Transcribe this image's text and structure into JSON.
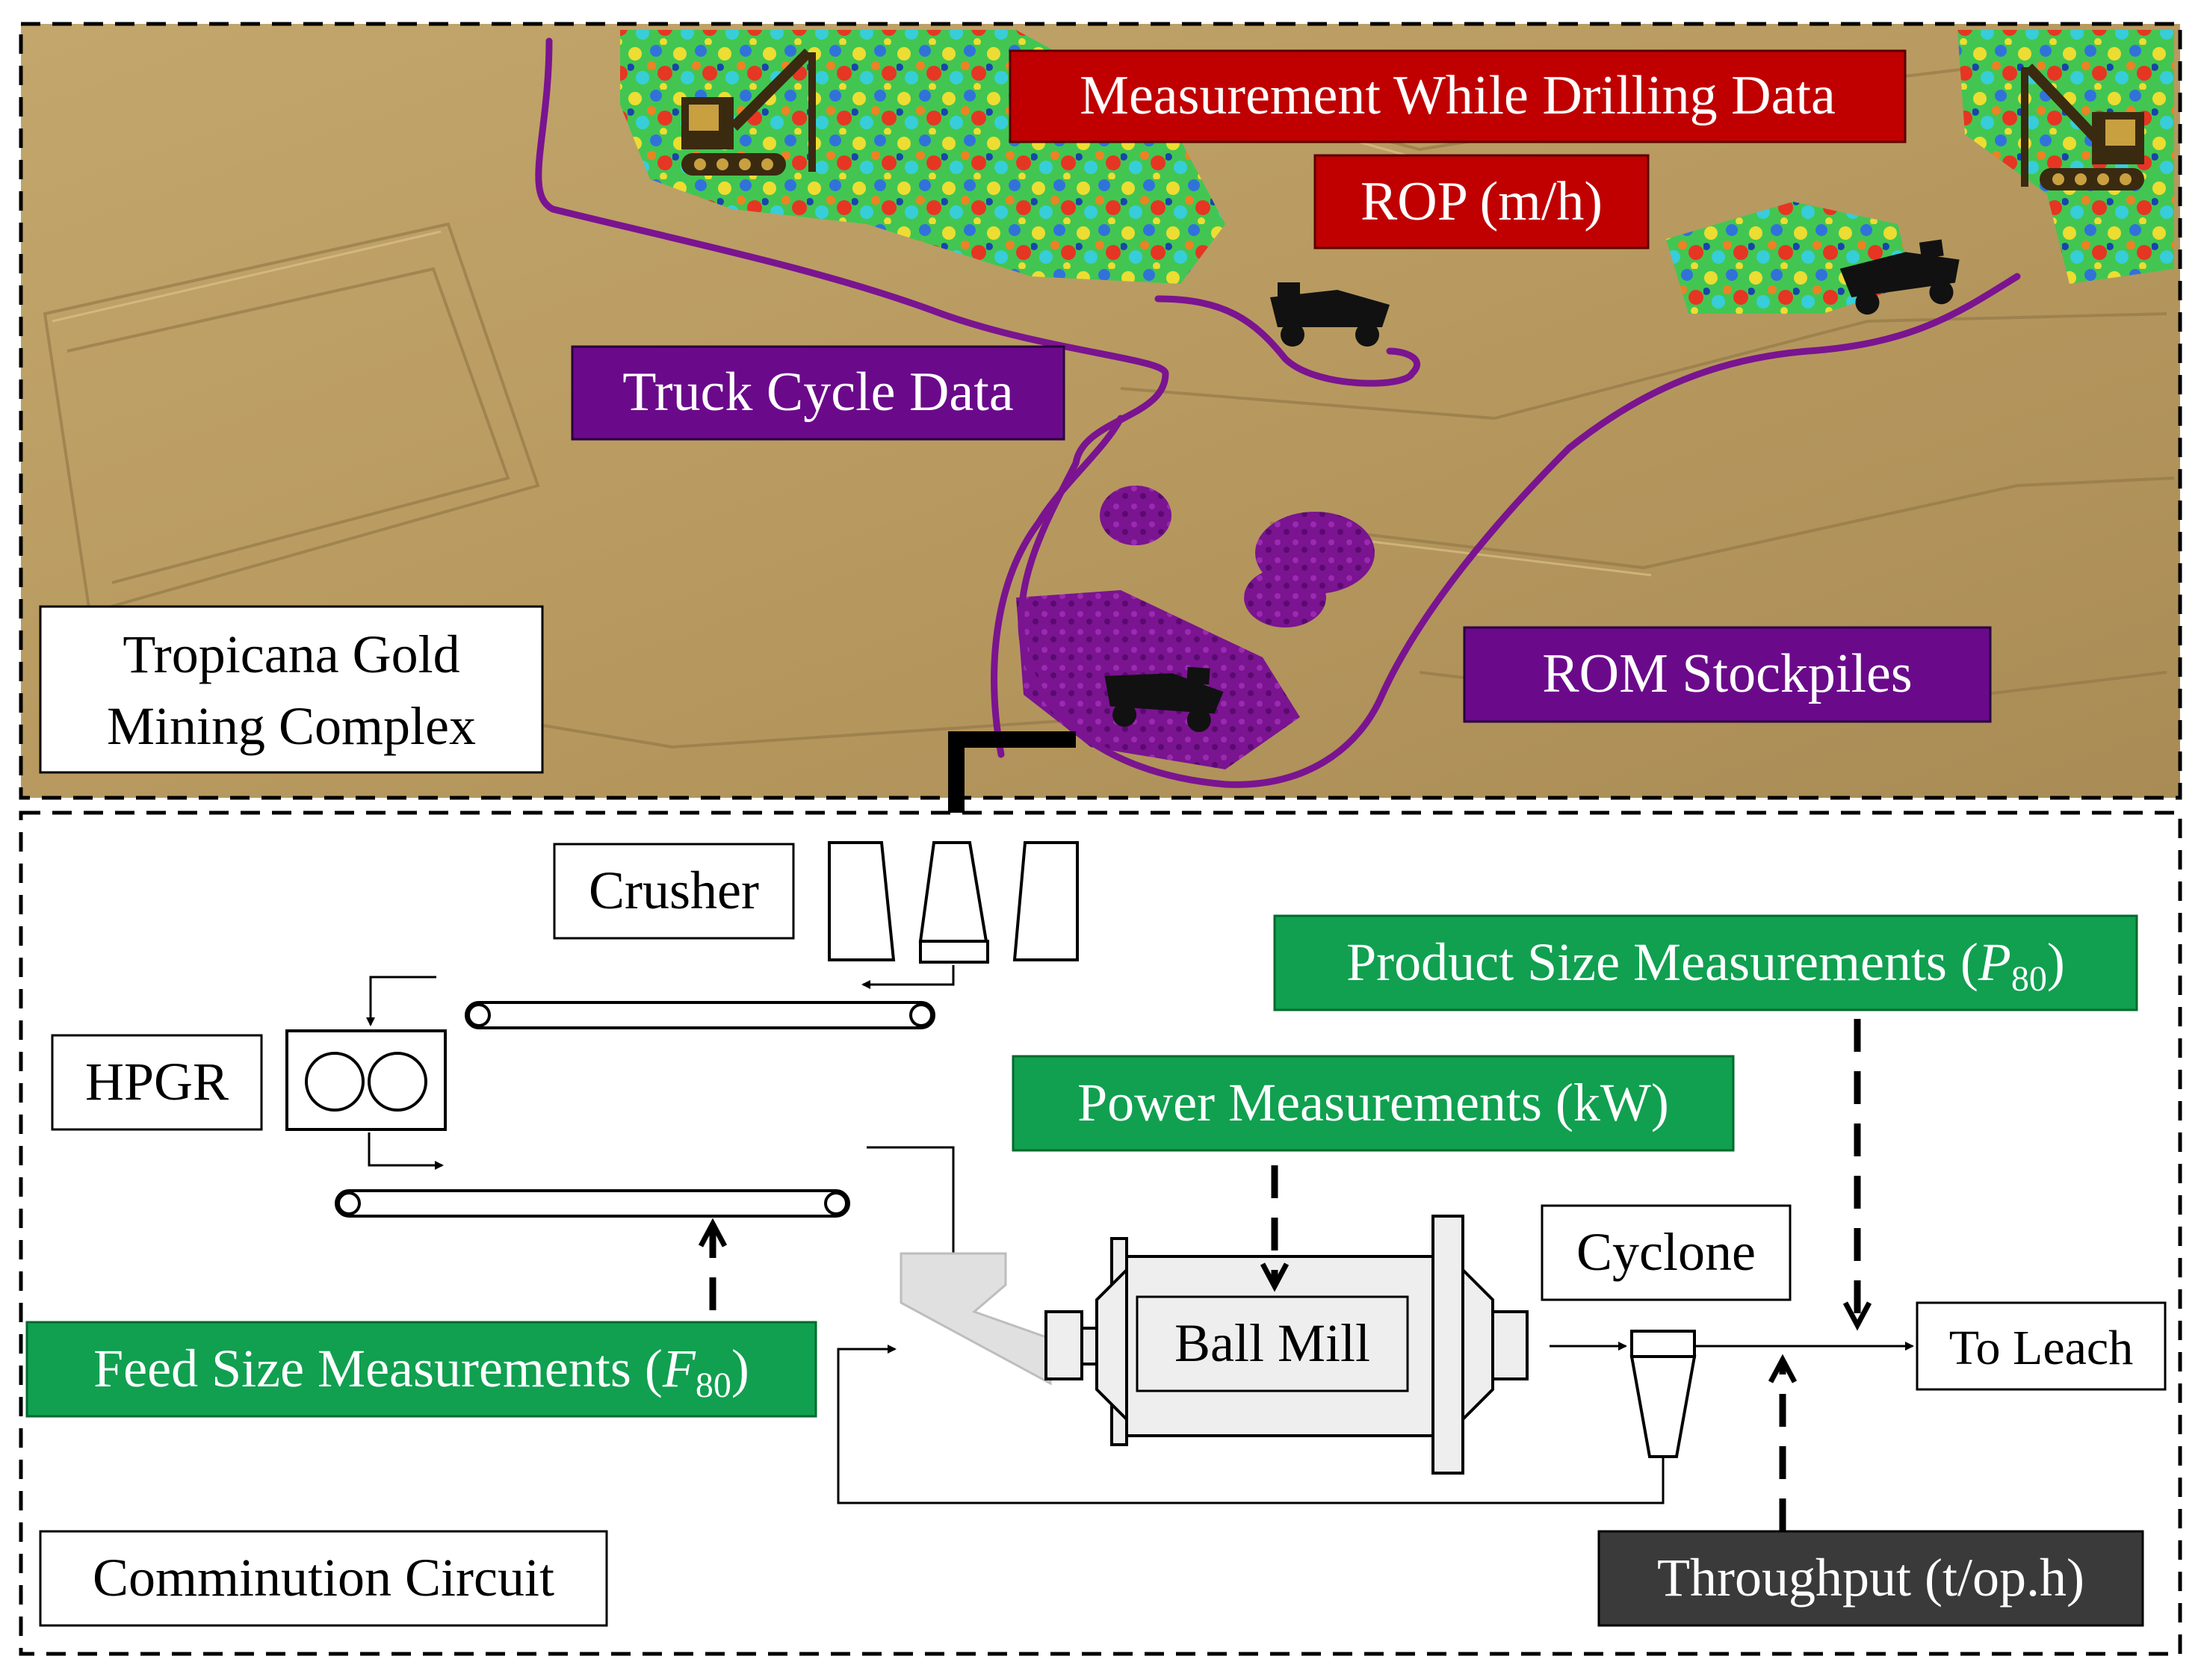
{
  "mine": {
    "title_line1": "Tropicana Gold",
    "title_line2": "Mining Complex",
    "mwd_label": "Measurement While Drilling Data",
    "rop_label": "ROP (m/h)",
    "truck_label": "Truck Cycle Data",
    "rom_label": "ROM Stockpiles"
  },
  "circuit": {
    "title": "Comminution Circuit",
    "crusher": "Crusher",
    "hpgr": "HPGR",
    "ball_mill": "Ball Mill",
    "cyclone": "Cyclone",
    "to_leach": "To Leach",
    "product_size_prefix": "Product Size Measurements (",
    "product_size_var": "P",
    "product_size_sub": "80",
    "product_size_suffix": ")",
    "power": "Power Measurements (kW)",
    "feed_size_prefix": "Feed Size Measurements (",
    "feed_size_var": "F",
    "feed_size_sub": "80",
    "feed_size_suffix": ")",
    "throughput": "Throughput (t/op.h)"
  },
  "colors": {
    "terrain": "#b89a60",
    "red_label": "#c00000",
    "purple_label": "#6a0a8a",
    "green_label": "#10a050",
    "dark_label": "#3a3a3a"
  }
}
